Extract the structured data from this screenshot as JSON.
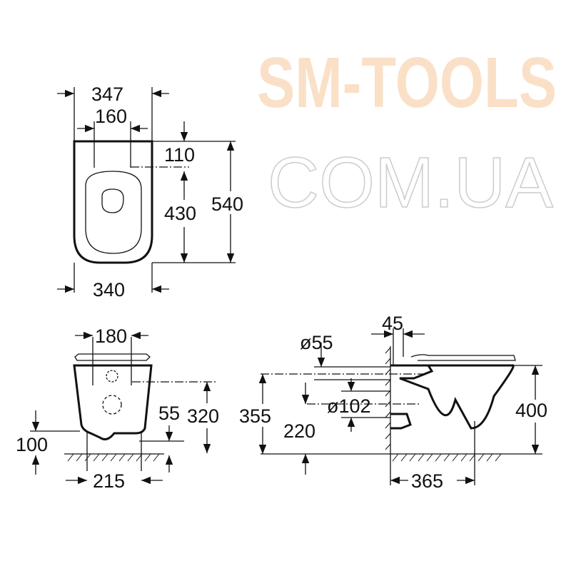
{
  "top_view": {
    "width_outer": "347",
    "hole_spacing": "160",
    "hole_offset": "110",
    "hole_to_bottom": "430",
    "length": "540",
    "width_bottom": "340"
  },
  "front_view": {
    "hole_spacing": "180",
    "height_holes": "320",
    "outlet_offset": "55",
    "bottom_height": "100",
    "outlet_spacing": "215"
  },
  "side_view": {
    "inlet_diameter": "ø55",
    "wall_offset": "45",
    "outlet_diameter": "ø102",
    "inlet_height": "355",
    "outlet_height": "220",
    "rim_height": "400",
    "projection": "365"
  },
  "watermark": {
    "line1": "SM-TOOLS",
    "line2": "COM.UA"
  },
  "colors": {
    "line": "#111111",
    "watermark_orange": "#f6c89a",
    "watermark_gray": "#cccccc"
  }
}
